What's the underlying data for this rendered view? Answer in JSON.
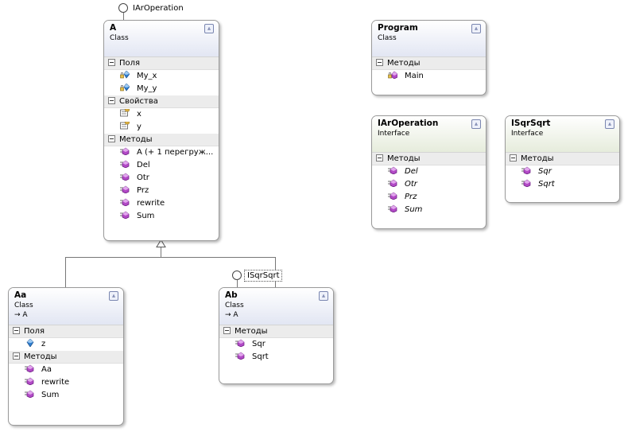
{
  "diagram": {
    "class_a": {
      "title": "A",
      "kind": "Class",
      "interface_label": "IArOperation",
      "sections": [
        {
          "label": "Поля",
          "items": [
            "My_x",
            "My_y"
          ]
        },
        {
          "label": "Свойства",
          "items": [
            "x",
            "y"
          ]
        },
        {
          "label": "Методы",
          "items": [
            "A (+ 1 перегруж...",
            "Del",
            "Otr",
            "Prz",
            "rewrite",
            "Sum"
          ]
        }
      ]
    },
    "program": {
      "title": "Program",
      "kind": "Class",
      "sections": [
        {
          "label": "Методы",
          "items": [
            "Main"
          ]
        }
      ]
    },
    "iaroperation": {
      "title": "IArOperation",
      "kind": "Interface",
      "sections": [
        {
          "label": "Методы",
          "items": [
            "Del",
            "Otr",
            "Prz",
            "Sum"
          ]
        }
      ]
    },
    "isqrsqrt": {
      "title": "ISqrSqrt",
      "kind": "Interface",
      "sections": [
        {
          "label": "Методы",
          "items": [
            "Sqr",
            "Sqrt"
          ]
        }
      ]
    },
    "class_aa": {
      "title": "Aa",
      "kind": "Class",
      "base": "A",
      "sections": [
        {
          "label": "Поля",
          "items": [
            "z"
          ]
        },
        {
          "label": "Методы",
          "items": [
            "Aa",
            "rewrite",
            "Sum"
          ]
        }
      ]
    },
    "class_ab": {
      "title": "Ab",
      "kind": "Class",
      "base": "A",
      "interface_label": "ISqrSqrt",
      "sections": [
        {
          "label": "Методы",
          "items": [
            "Sqr",
            "Sqrt"
          ]
        }
      ]
    },
    "base_arrow": "→",
    "collapse_glyph": "⩓",
    "colors": {
      "method_icon": "#a33fb8",
      "field_icon": "#2f7fd0",
      "property_icon": "#d9a93c",
      "class_header": "#e2e6f3",
      "interface_header": "#e6ecdc"
    },
    "icons": {
      "field": "field-icon",
      "private_field": "private-field-icon",
      "property": "property-icon",
      "method": "method-icon",
      "private_method": "private-method-icon"
    }
  }
}
